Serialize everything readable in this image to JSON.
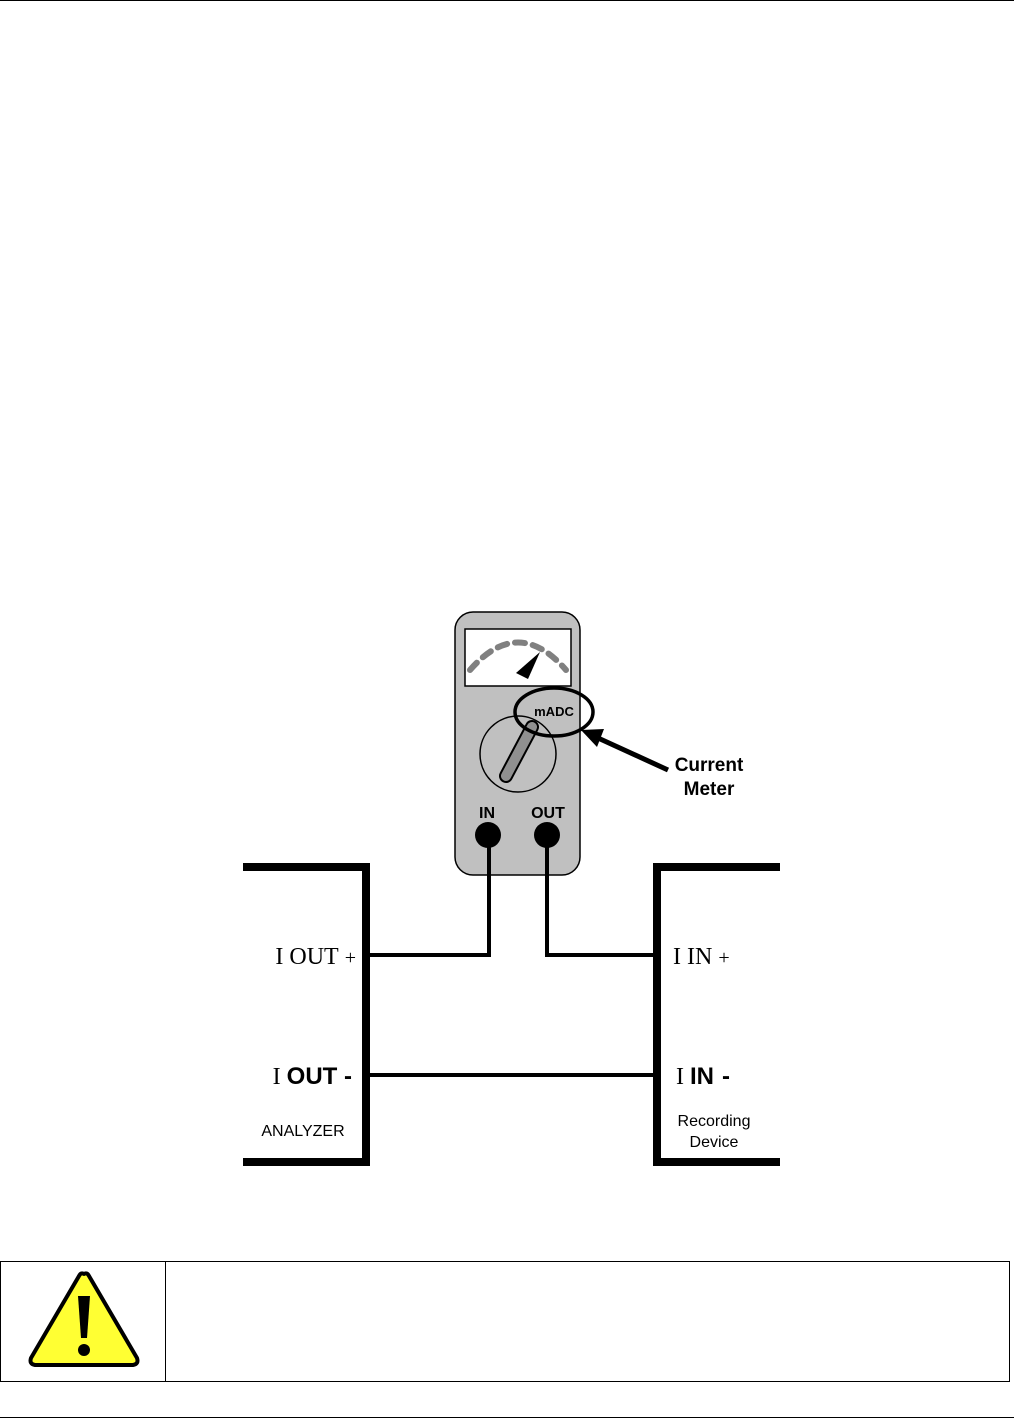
{
  "meter": {
    "scale_label": "mADC",
    "in_label": "IN",
    "out_label": "OUT",
    "callout_line1": "Current",
    "callout_line2": "Meter"
  },
  "analyzer": {
    "iout_plus_i": "I",
    "iout_plus_text": "OUT",
    "iout_plus_sign": "+",
    "iout_minus_i": "I",
    "iout_minus_text": "OUT",
    "iout_minus_sign": "-",
    "label": "ANALYZER"
  },
  "recorder": {
    "iin_plus_i": "I",
    "iin_plus_text": "IN",
    "iin_plus_sign": "+",
    "iin_minus_i": "I",
    "iin_minus_text": "IN",
    "iin_minus_sign": "-",
    "label_line1": "Recording",
    "label_line2": "Device"
  },
  "colors": {
    "meter_body": "#c0c0c0",
    "dial_dash": "#808080",
    "warning_yellow": "#ffff33"
  }
}
